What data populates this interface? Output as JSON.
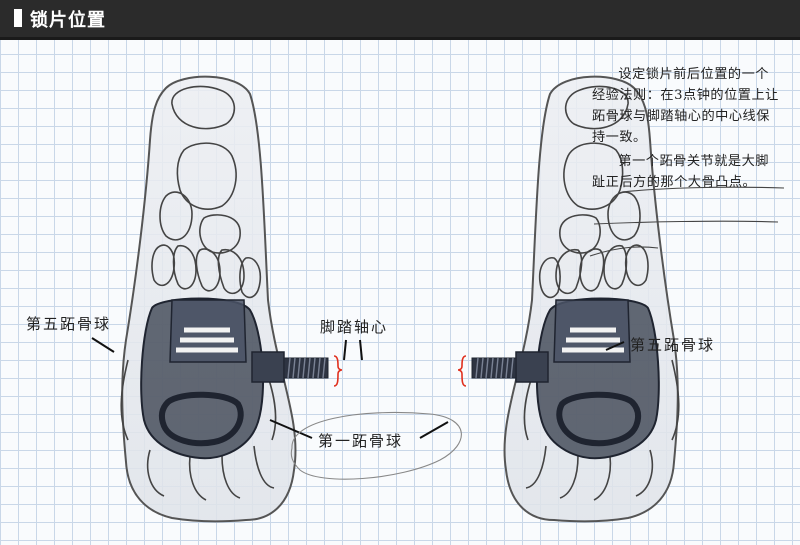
{
  "header": {
    "title": "锁片位置"
  },
  "labels": {
    "fifth_left": "第五跖骨球",
    "fifth_right": "第五跖骨球",
    "axle": "脚踏轴心",
    "first": "第一跖骨球"
  },
  "note": {
    "p1": "设定锁片前后位置的一个经验法则：在3点钟的位置上让跖骨球与脚踏轴心的中心线保持一致。",
    "p2": "第一个跖骨关节就是大脚趾正后方的那个大骨凸点。"
  },
  "colors": {
    "header_bg": "#2b2b2b",
    "grid": "#c9d7e8",
    "pedal": "#3a4150",
    "skin": "#e4e7ec",
    "bracket": "#e0301e"
  }
}
